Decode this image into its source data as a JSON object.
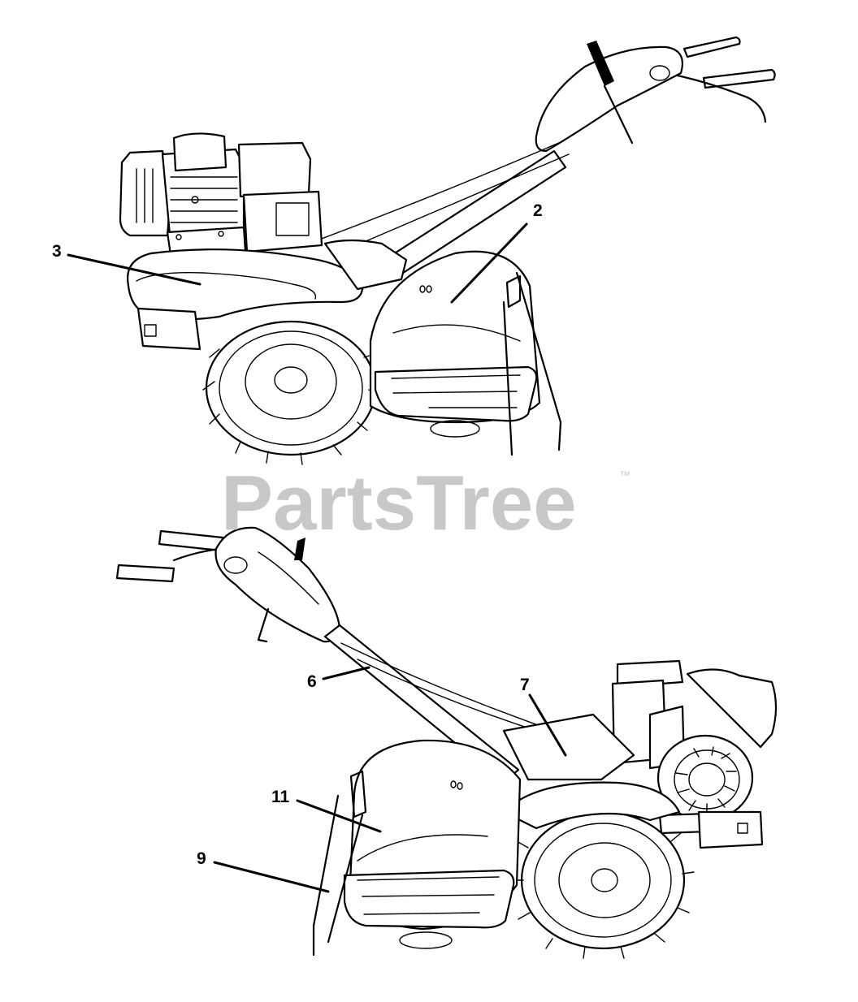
{
  "watermark": {
    "brand": "PartsTree",
    "trademark": "™"
  },
  "callouts": {
    "c2": "2",
    "c3": "3",
    "c6": "6",
    "c7": "7",
    "c9": "9",
    "c11": "11"
  },
  "colors": {
    "line": "#000000",
    "watermark": "#c8c8c8",
    "background": "#ffffff"
  }
}
